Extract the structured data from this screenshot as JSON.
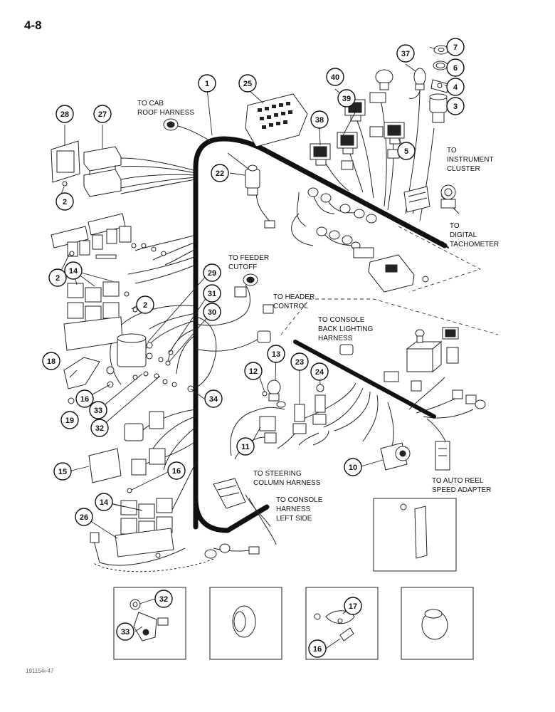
{
  "page_number": "4-8",
  "figure_code": "191154i-47",
  "callouts": [
    {
      "id": "1"
    },
    {
      "id": "2"
    },
    {
      "id": "2"
    },
    {
      "id": "2"
    },
    {
      "id": "3"
    },
    {
      "id": "4"
    },
    {
      "id": "5"
    },
    {
      "id": "6"
    },
    {
      "id": "7"
    },
    {
      "id": "10"
    },
    {
      "id": "11"
    },
    {
      "id": "12"
    },
    {
      "id": "13"
    },
    {
      "id": "14"
    },
    {
      "id": "14"
    },
    {
      "id": "15"
    },
    {
      "id": "16"
    },
    {
      "id": "16"
    },
    {
      "id": "16"
    },
    {
      "id": "17"
    },
    {
      "id": "18"
    },
    {
      "id": "19"
    },
    {
      "id": "22"
    },
    {
      "id": "23"
    },
    {
      "id": "24"
    },
    {
      "id": "25"
    },
    {
      "id": "26"
    },
    {
      "id": "27"
    },
    {
      "id": "28"
    },
    {
      "id": "29"
    },
    {
      "id": "30"
    },
    {
      "id": "31"
    },
    {
      "id": "32"
    },
    {
      "id": "32"
    },
    {
      "id": "33"
    },
    {
      "id": "33"
    },
    {
      "id": "34"
    },
    {
      "id": "37"
    },
    {
      "id": "38"
    },
    {
      "id": "39"
    },
    {
      "id": "40"
    }
  ],
  "labels": {
    "cab_roof": [
      "TO CAB",
      "ROOF HARNESS"
    ],
    "instrument": [
      "TO",
      "INSTRUMENT",
      "CLUSTER"
    ],
    "tachometer": [
      "TO",
      "DIGITAL",
      "TACHOMETER"
    ],
    "feeder": [
      "TO FEEDER",
      "CUTOFF"
    ],
    "header": [
      "TO HEADER",
      "CONTROL"
    ],
    "console_back": [
      "TO CONSOLE",
      "BACK LIGHTING",
      "HARNESS"
    ],
    "steering": [
      "TO STEERING",
      "COLUMN HARNESS"
    ],
    "console_left": [
      "TO CONSOLE",
      "HARNESS",
      "LEFT SIDE"
    ],
    "auto_reel": [
      "TO AUTO REEL",
      "SPEED ADAPTER"
    ]
  }
}
